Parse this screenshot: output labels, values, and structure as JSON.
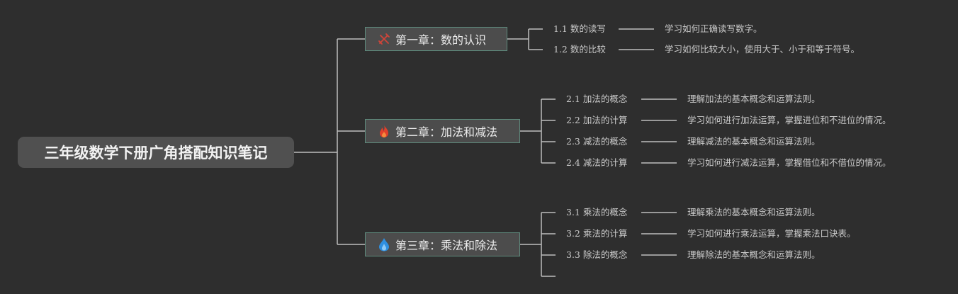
{
  "root": {
    "title": "三年级数学下册广角搭配知识笔记"
  },
  "chapters": [
    {
      "title": "第一章：数的认识",
      "icon": "tools-icon",
      "icon_color": "#d0453a",
      "sections": [
        {
          "label": "1.1 数的读写",
          "desc": "学习如何正确读写数字。"
        },
        {
          "label": "1.2 数的比较",
          "desc": "学习如何比较大小，使用大于、小于和等于符号。"
        }
      ]
    },
    {
      "title": "第二章：加法和减法",
      "icon": "fire-icon",
      "icon_color": "#e2402b",
      "sections": [
        {
          "label": "2.1 加法的概念",
          "desc": "理解加法的基本概念和运算法则。"
        },
        {
          "label": "2.2 加法的计算",
          "desc": "学习如何进行加法运算，掌握进位和不进位的情况。"
        },
        {
          "label": "2.3 减法的概念",
          "desc": "理解减法的基本概念和运算法则。"
        },
        {
          "label": "2.4 减法的计算",
          "desc": "学习如何进行减法运算，掌握借位和不借位的情况。"
        }
      ]
    },
    {
      "title": "第三章：乘法和除法",
      "icon": "water-drop-icon",
      "icon_color": "#2f8fe0",
      "sections": [
        {
          "label": "3.1 乘法的概念",
          "desc": "理解乘法的基本概念和运算法则。"
        },
        {
          "label": "3.2 乘法的计算",
          "desc": "学习如何进行乘法运算，掌握乘法口诀表。"
        },
        {
          "label": "3.3 除法的概念",
          "desc": "理解除法的基本概念和运算法则。"
        },
        {
          "label": "",
          "desc": ""
        }
      ]
    }
  ]
}
